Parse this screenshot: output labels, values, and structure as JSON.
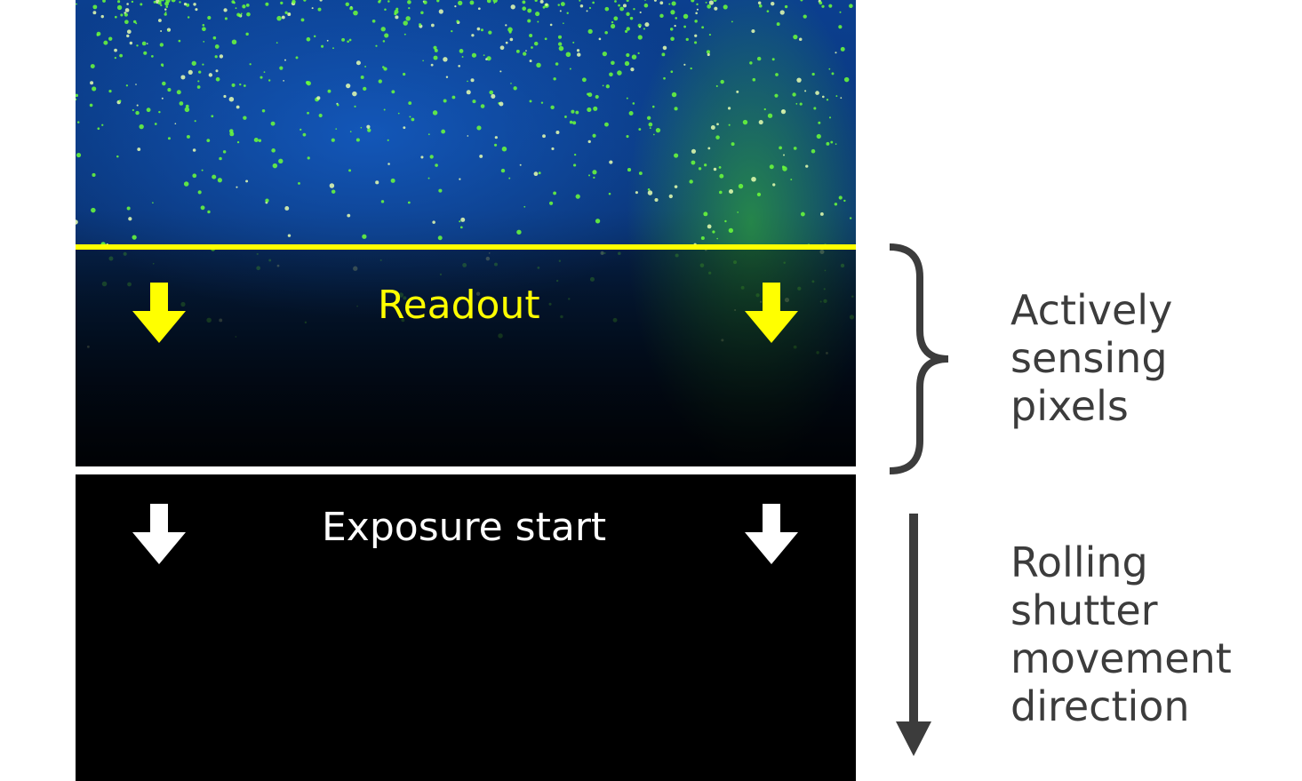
{
  "diagram": {
    "readout_label": "Readout",
    "exposure_label": "Exposure start",
    "active_label_lines": [
      "Actively",
      "sensing",
      "pixels"
    ],
    "direction_label_lines": [
      "Rolling",
      "shutter",
      "movement",
      "direction"
    ],
    "colors": {
      "readout": "#ffff00",
      "exposure": "#ffffff",
      "annotation": "#3c3c3c"
    }
  }
}
